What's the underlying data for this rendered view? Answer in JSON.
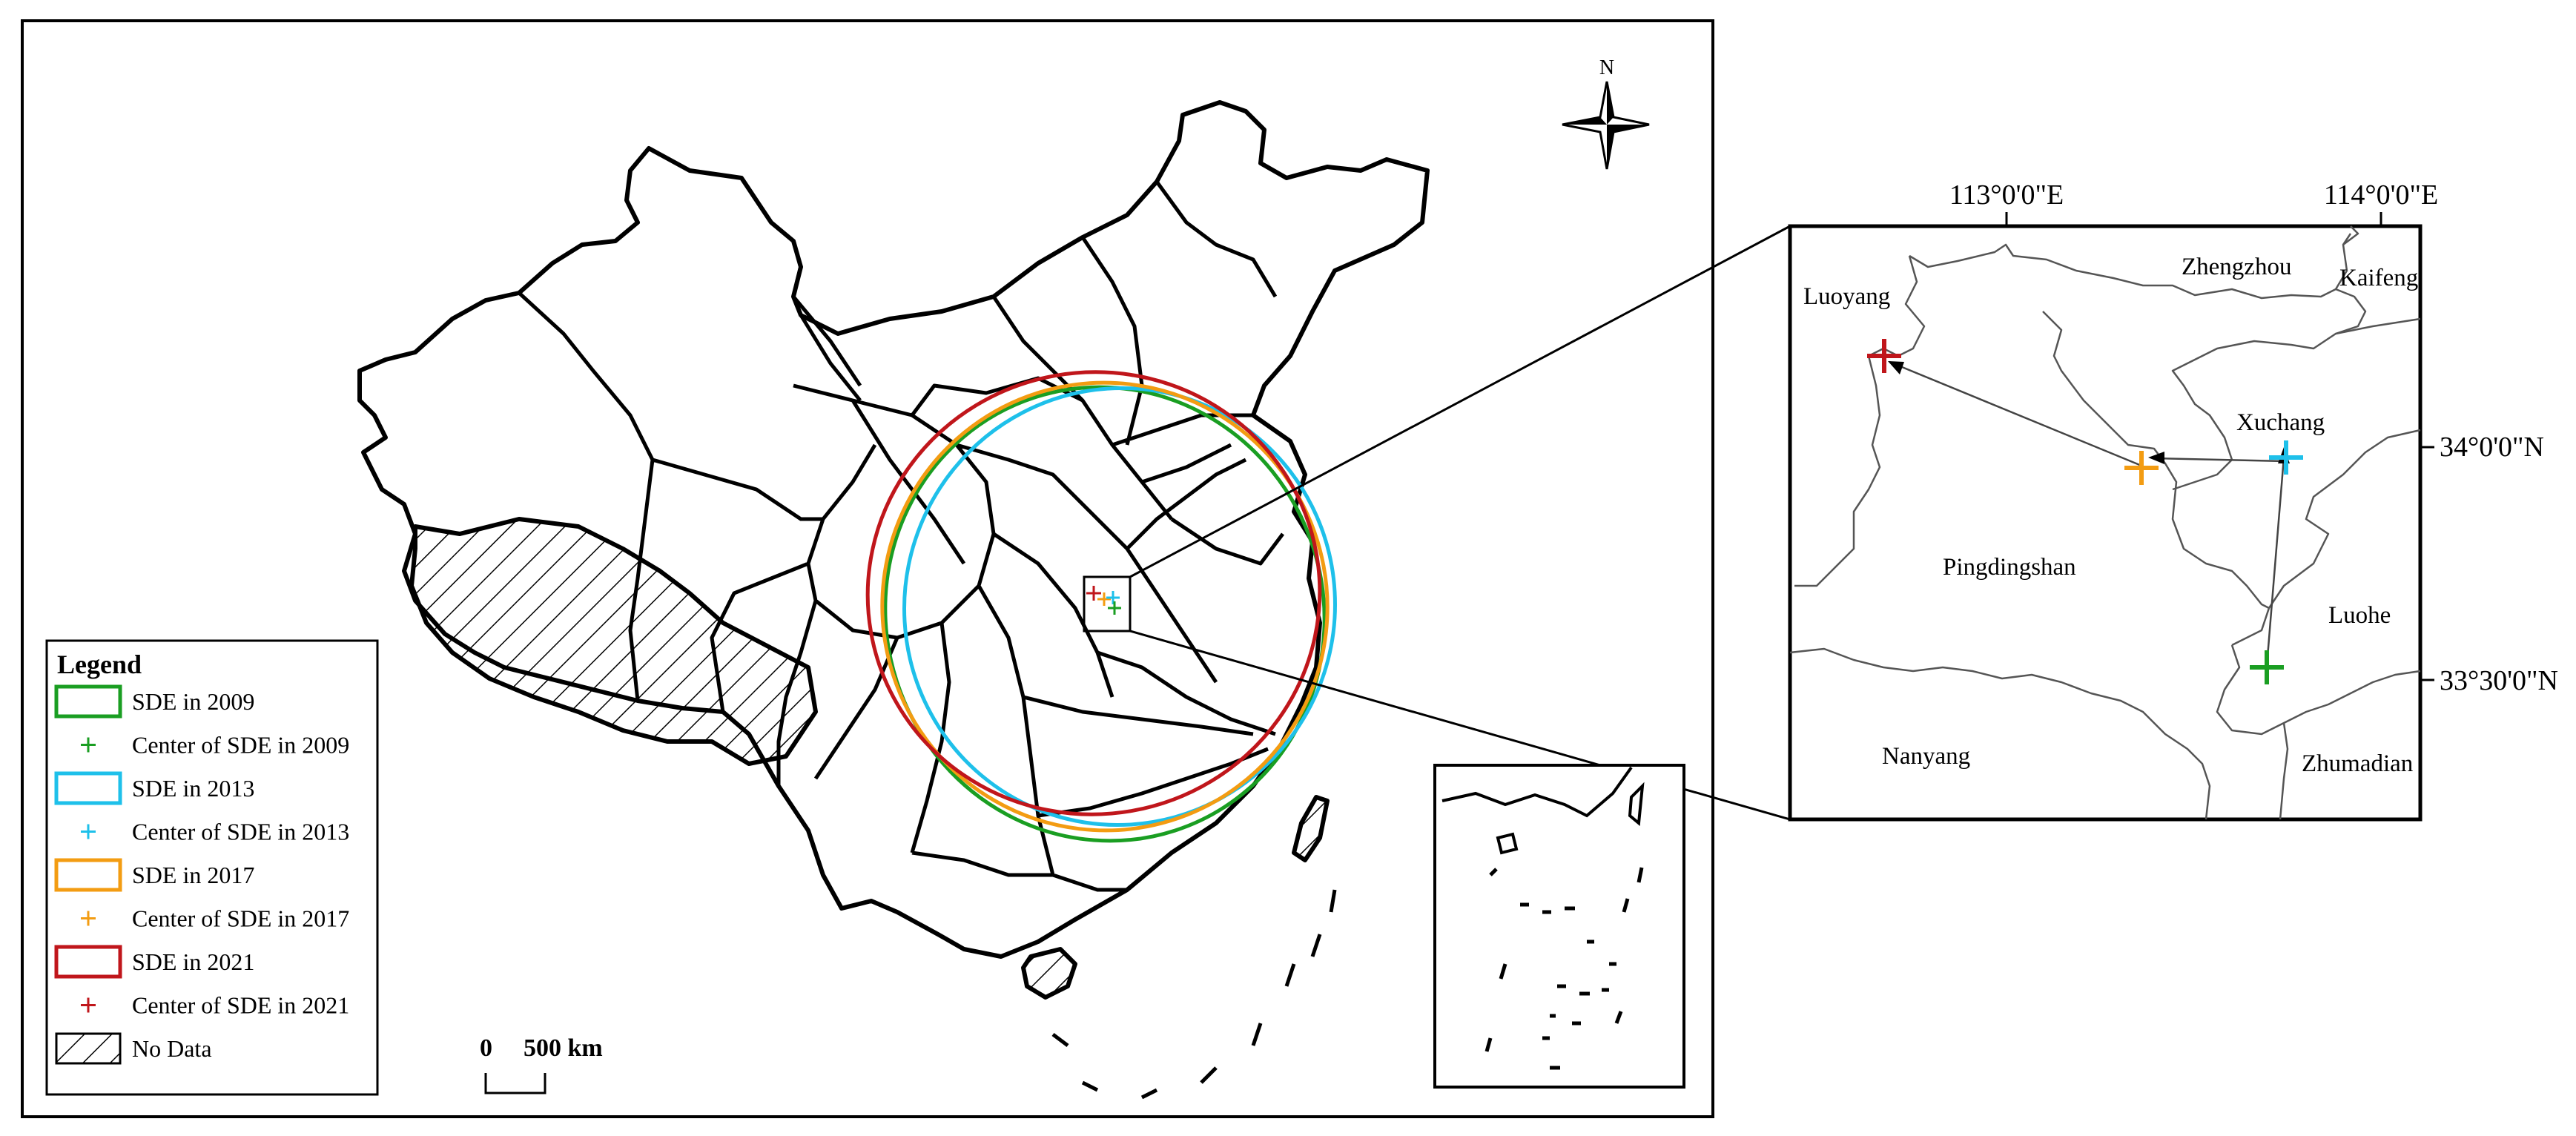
{
  "legend": {
    "title": "Legend",
    "items": [
      {
        "label": "SDE in 2009",
        "kind": "ellipse",
        "color": "#1a9e22"
      },
      {
        "label": "Center of SDE in 2009",
        "kind": "center",
        "color": "#1a9e22"
      },
      {
        "label": "SDE in 2013",
        "kind": "ellipse",
        "color": "#1ec0ea"
      },
      {
        "label": "Center of SDE in 2013",
        "kind": "center",
        "color": "#1ec0ea"
      },
      {
        "label": "SDE in 2017",
        "kind": "ellipse",
        "color": "#f39c12"
      },
      {
        "label": "Center of SDE in 2017",
        "kind": "center",
        "color": "#f39c12"
      },
      {
        "label": "SDE in 2021",
        "kind": "ellipse",
        "color": "#c0161b"
      },
      {
        "label": "Center of SDE in 2021",
        "kind": "center",
        "color": "#c0161b"
      },
      {
        "label": "No Data",
        "kind": "hatch",
        "color": "#000000"
      }
    ]
  },
  "north_arrow": {
    "label": "N"
  },
  "scale_bar": {
    "start": "0",
    "end": "500 km"
  },
  "inset": {
    "longitude_labels": [
      "113°0'0\"E",
      "114°0'0\"E"
    ],
    "latitude_labels": [
      "34°0'0\"N",
      "33°30'0\"N"
    ],
    "cities": [
      "Luoyang",
      "Zhengzhou",
      "Kaifeng",
      "Xuchang",
      "Pingdingshan",
      "Luohe",
      "Nanyang",
      "Zhumadian"
    ],
    "migration_order": [
      "2009",
      "2013",
      "2017",
      "2021"
    ]
  },
  "colors": {
    "y2009": "#1a9e22",
    "y2013": "#1ec0ea",
    "y2017": "#f39c12",
    "y2021": "#c0161b",
    "boundary": "#000000",
    "zoom_boundary": "#555555"
  }
}
